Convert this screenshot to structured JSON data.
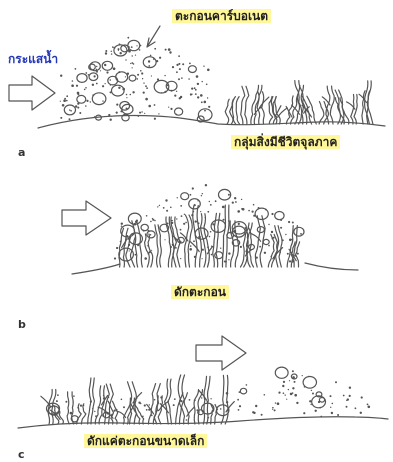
{
  "labels": {
    "current": "กระแสน้ำ",
    "carbonate_grains": "ตะกอนคาร์บอเนต",
    "microbial_mat": "กลุ่มสิ่งมีชีวิตจุลภาค",
    "trapping": "ดักตะกอน",
    "trapping_small": "ดักแค่ตะกอนขนาดเล็ก"
  },
  "panels": {
    "a": "a",
    "b": "b",
    "c": "c"
  },
  "colors": {
    "label_highlight": "#fff799",
    "current_label": "#2437b8",
    "line": "#555555"
  },
  "icons": [
    "flow-arrow-icon",
    "pointer-arrow-icon"
  ]
}
